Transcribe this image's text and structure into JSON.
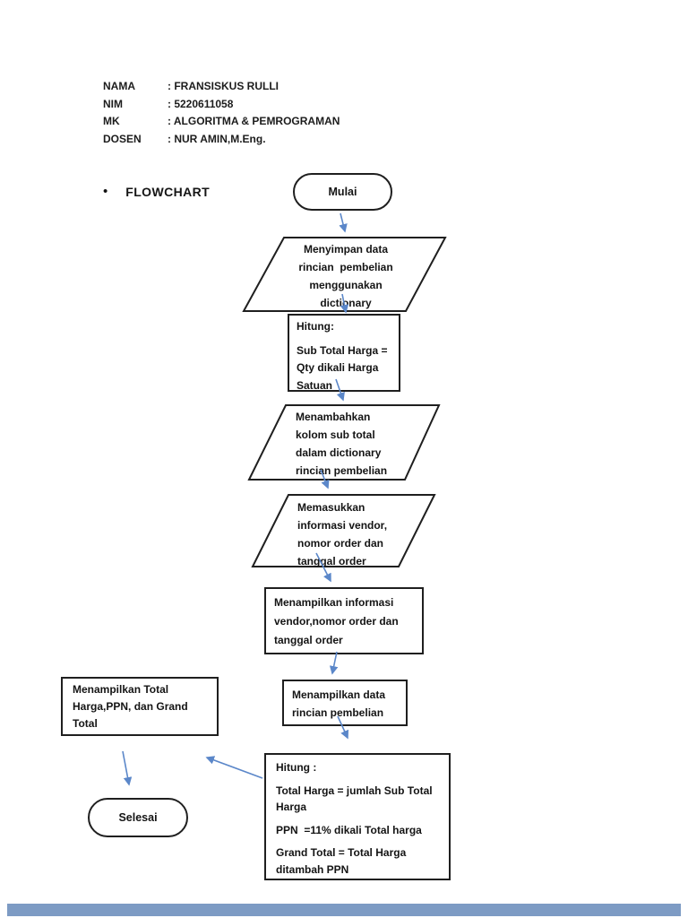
{
  "document": {
    "header": {
      "rows": [
        {
          "label": "NAMA",
          "value": ": FRANSISKUS RULLI"
        },
        {
          "label": "NIM",
          "value": ": 5220611058"
        },
        {
          "label": "MK",
          "value": ": ALGORITMA & PEMROGRAMAN"
        },
        {
          "label": "DOSEN",
          "value": ": NUR AMIN,M.Eng."
        }
      ]
    },
    "section_bullet": "•",
    "section_title": "FLOWCHART",
    "footer_bar_color": "#7d9bc4"
  },
  "flowchart": {
    "colors": {
      "arrow": "#5b87c9",
      "shape_border": "#1f1f1f",
      "text": "#141414"
    },
    "nodes": {
      "start": {
        "type": "terminator",
        "label": "Mulai"
      },
      "save_data": {
        "type": "data-parallelogram",
        "lines": [
          "Menyimpan data",
          "rincian  pembelian",
          "menggunakan",
          "dictionary"
        ]
      },
      "calc_subtotal": {
        "type": "process",
        "title": "Hitung:",
        "lines": [
          "Sub Total Harga =",
          "Qty dikali Harga",
          "Satuan"
        ]
      },
      "add_column": {
        "type": "data-parallelogram",
        "lines": [
          "Menambahkan",
          "kolom sub total",
          "dalam dictionary",
          "rincian pembelian"
        ]
      },
      "input_vendor": {
        "type": "data-parallelogram",
        "lines": [
          "Memasukkan",
          "informasi vendor,",
          "nomor order dan",
          "tanggal order"
        ]
      },
      "show_vendor": {
        "type": "process",
        "lines": [
          "Menampilkan informasi",
          "vendor,nomor order dan",
          "tanggal order"
        ]
      },
      "show_detail": {
        "type": "process",
        "lines": [
          "Menampilkan data",
          "rincian pembelian"
        ]
      },
      "calc_total": {
        "type": "process",
        "title": "Hitung :",
        "paras": [
          "Total Harga = jumlah Sub Total\nHarga",
          "PPN  =11% dikali Total harga",
          "Grand Total = Total Harga\nditambah PPN"
        ]
      },
      "show_total": {
        "type": "process",
        "lines": [
          "Menampilkan Total",
          "Harga,PPN, dan Grand",
          "Total"
        ]
      },
      "end": {
        "type": "terminator",
        "label": "Selesai"
      }
    }
  }
}
